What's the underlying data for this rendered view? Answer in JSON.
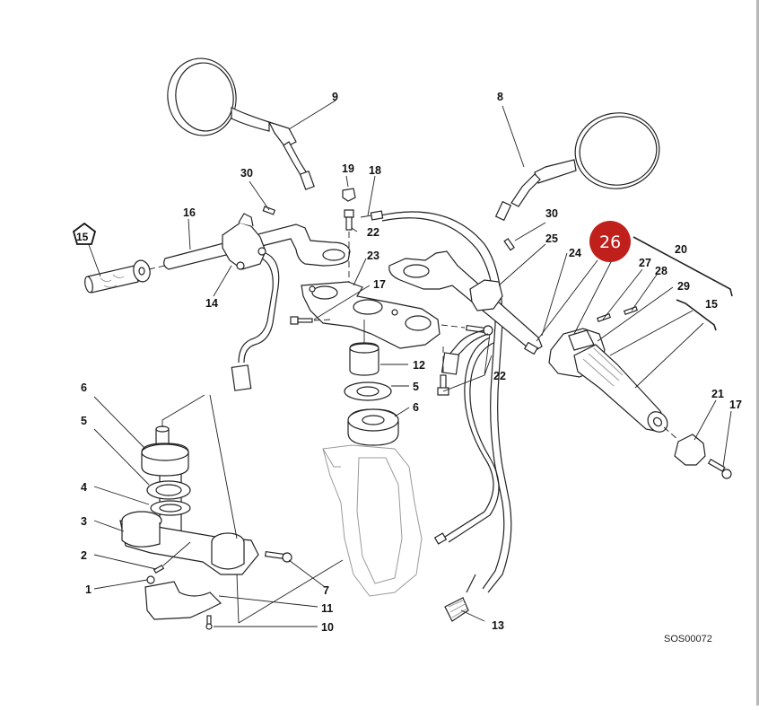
{
  "diagram": {
    "title": "Handlebar, controls and steering head exploded view",
    "drawing_code": "SOS00072",
    "highlighted_callout": {
      "label": "26",
      "color": "#c0201c"
    },
    "special_callout": {
      "label": "15",
      "shape": "pentagon"
    },
    "callouts": [
      {
        "id": "c1",
        "label": "1"
      },
      {
        "id": "c2",
        "label": "2"
      },
      {
        "id": "c3",
        "label": "3"
      },
      {
        "id": "c4",
        "label": "4"
      },
      {
        "id": "c5a",
        "label": "5"
      },
      {
        "id": "c5b",
        "label": "5"
      },
      {
        "id": "c6a",
        "label": "6"
      },
      {
        "id": "c6b",
        "label": "6"
      },
      {
        "id": "c7",
        "label": "7"
      },
      {
        "id": "c8",
        "label": "8"
      },
      {
        "id": "c9",
        "label": "9"
      },
      {
        "id": "c10",
        "label": "10"
      },
      {
        "id": "c11",
        "label": "11"
      },
      {
        "id": "c12",
        "label": "12"
      },
      {
        "id": "c13",
        "label": "13"
      },
      {
        "id": "c14",
        "label": "14"
      },
      {
        "id": "c15",
        "label": "15"
      },
      {
        "id": "c16",
        "label": "16"
      },
      {
        "id": "c17a",
        "label": "17"
      },
      {
        "id": "c17b",
        "label": "17"
      },
      {
        "id": "c18",
        "label": "18"
      },
      {
        "id": "c19",
        "label": "19"
      },
      {
        "id": "c20",
        "label": "20"
      },
      {
        "id": "c21",
        "label": "21"
      },
      {
        "id": "c22a",
        "label": "22"
      },
      {
        "id": "c22b",
        "label": "22"
      },
      {
        "id": "c23",
        "label": "23"
      },
      {
        "id": "c24",
        "label": "24"
      },
      {
        "id": "c25",
        "label": "25"
      },
      {
        "id": "c27",
        "label": "27"
      },
      {
        "id": "c28",
        "label": "28"
      },
      {
        "id": "c29",
        "label": "29"
      },
      {
        "id": "c30a",
        "label": "30"
      },
      {
        "id": "c30b",
        "label": "30"
      }
    ],
    "parts": [
      "left-mirror",
      "right-mirror",
      "left-handlebar",
      "right-handlebar",
      "left-grip",
      "right-throttle-grip",
      "left-switch-cluster",
      "throttle-housing",
      "top-yoke",
      "bottom-yoke",
      "steering-stem",
      "bearing",
      "dust-seal",
      "washer",
      "stem-nut",
      "throttle-cable",
      "clutch-cable",
      "bar-end-weight",
      "bolt",
      "cable-spring",
      "wiring-connector",
      "frame-headstock"
    ]
  }
}
